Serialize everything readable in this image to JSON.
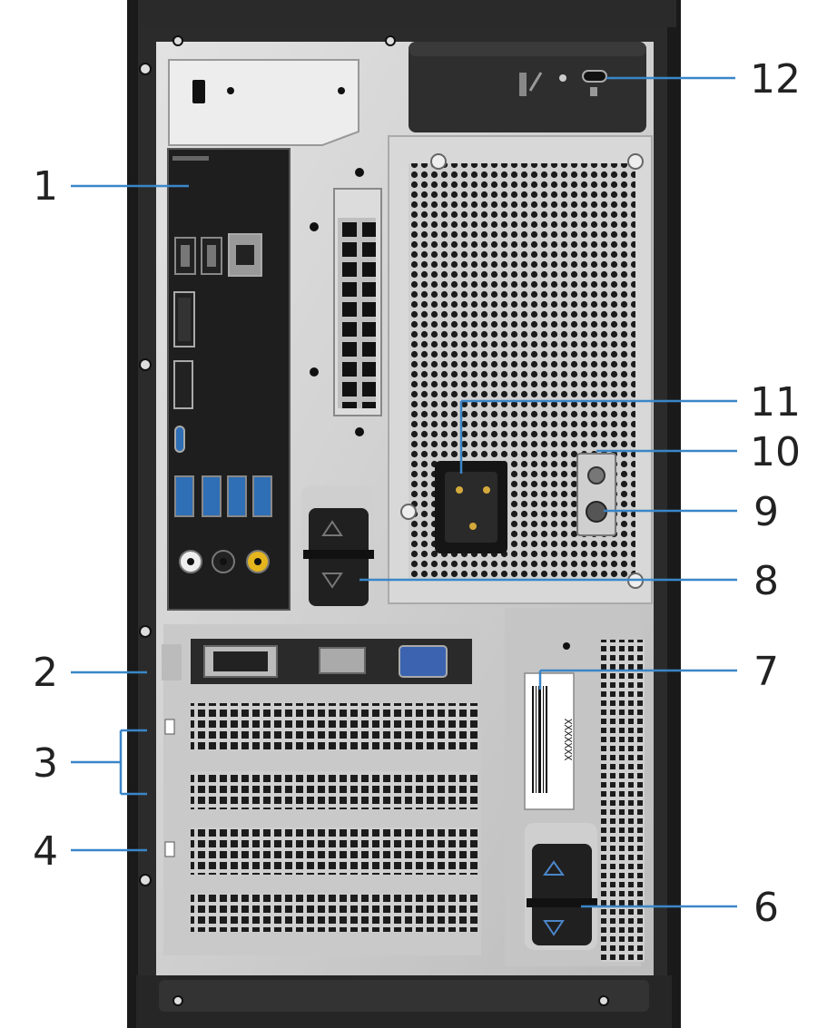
{
  "colors": {
    "callout_line": "#3a86c8",
    "chassis": "#2b2b2b",
    "chassis_edge": "#1a1a1a",
    "metal": "#c9c9c9",
    "metal_light": "#dcdcdc",
    "panel_dark": "#1e1e1e",
    "usb3_blue": "#2f6fb5",
    "vga_blue": "#3b63b0",
    "audio_yellow": "#e5b51d",
    "port_gold": "#c8a76a"
  },
  "callouts": [
    {
      "id": "1",
      "label": "1"
    },
    {
      "id": "2",
      "label": "2"
    },
    {
      "id": "3",
      "label": "3"
    },
    {
      "id": "4",
      "label": "4"
    },
    {
      "id": "6",
      "label": "6"
    },
    {
      "id": "7",
      "label": "7"
    },
    {
      "id": "8",
      "label": "8"
    },
    {
      "id": "9",
      "label": "9"
    },
    {
      "id": "10",
      "label": "10"
    },
    {
      "id": "11",
      "label": "11"
    },
    {
      "id": "12",
      "label": "12"
    }
  ],
  "service_tag": {
    "text": "XXXXXXX"
  }
}
